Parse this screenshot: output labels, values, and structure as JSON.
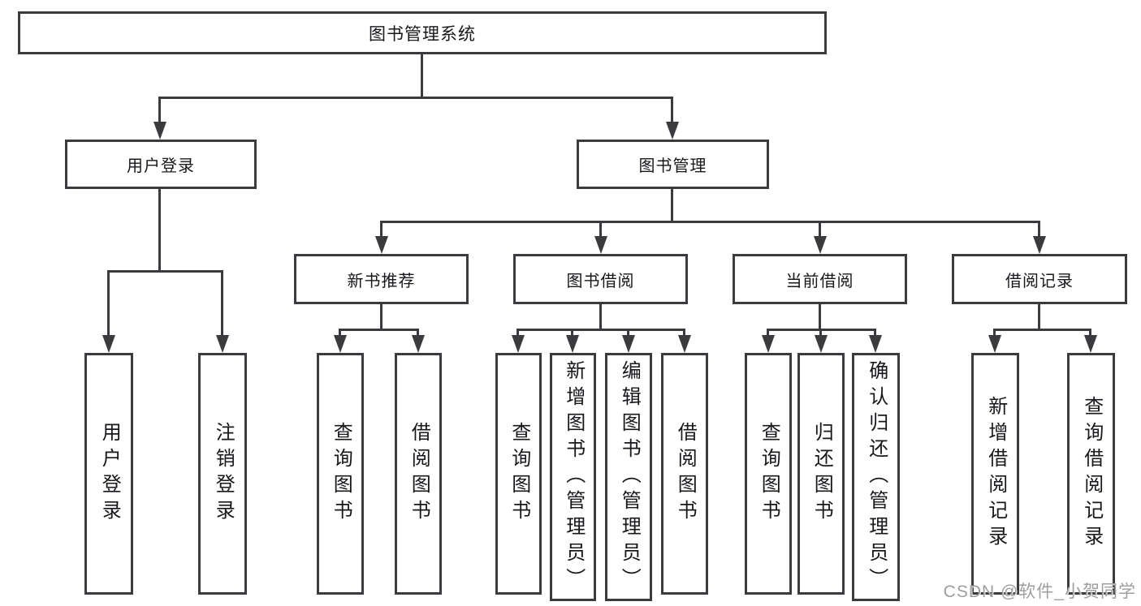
{
  "tree": {
    "root": {
      "label": "图书管理系统"
    },
    "branches": [
      {
        "label": "用户登录",
        "children": [
          {
            "label": "用户登录"
          },
          {
            "label": "注销登录"
          }
        ]
      },
      {
        "label": "图书管理",
        "children": [
          {
            "label": "新书推荐",
            "children": [
              {
                "label": "查询图书"
              },
              {
                "label": "借阅图书"
              }
            ]
          },
          {
            "label": "图书借阅",
            "children": [
              {
                "label": "查询图书"
              },
              {
                "label": "新增图书（管理员）"
              },
              {
                "label": "编辑图书（管理员）"
              },
              {
                "label": "借阅图书"
              }
            ]
          },
          {
            "label": "当前借阅",
            "children": [
              {
                "label": "查询图书"
              },
              {
                "label": "归还图书"
              },
              {
                "label": "确认归还（管理员）"
              }
            ]
          },
          {
            "label": "借阅记录",
            "children": [
              {
                "label": "新增借阅记录"
              },
              {
                "label": "查询借阅记录"
              }
            ]
          }
        ]
      }
    ]
  },
  "watermark": "CSDN @软件_小贺同学",
  "colors": {
    "line": "#3b3b3f",
    "text": "#17171c",
    "watermark": "#9e9e9e",
    "background": "#ffffff"
  }
}
